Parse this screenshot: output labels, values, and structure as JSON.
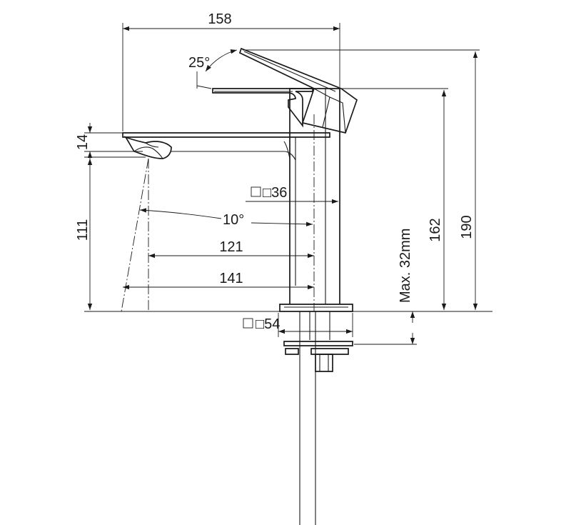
{
  "colors": {
    "line": "#1a1a1a",
    "background": "#ffffff"
  },
  "dimensions": {
    "overall_width": "158",
    "handle_angle": "25°",
    "spout_height": "14",
    "spout_clearance": "111",
    "body_size": "□36",
    "spout_angle": "10°",
    "reach_121": "121",
    "reach_141": "141",
    "max_deck": "Max. 32mm",
    "base_size": "□54",
    "height_162": "162",
    "height_190": "190"
  }
}
